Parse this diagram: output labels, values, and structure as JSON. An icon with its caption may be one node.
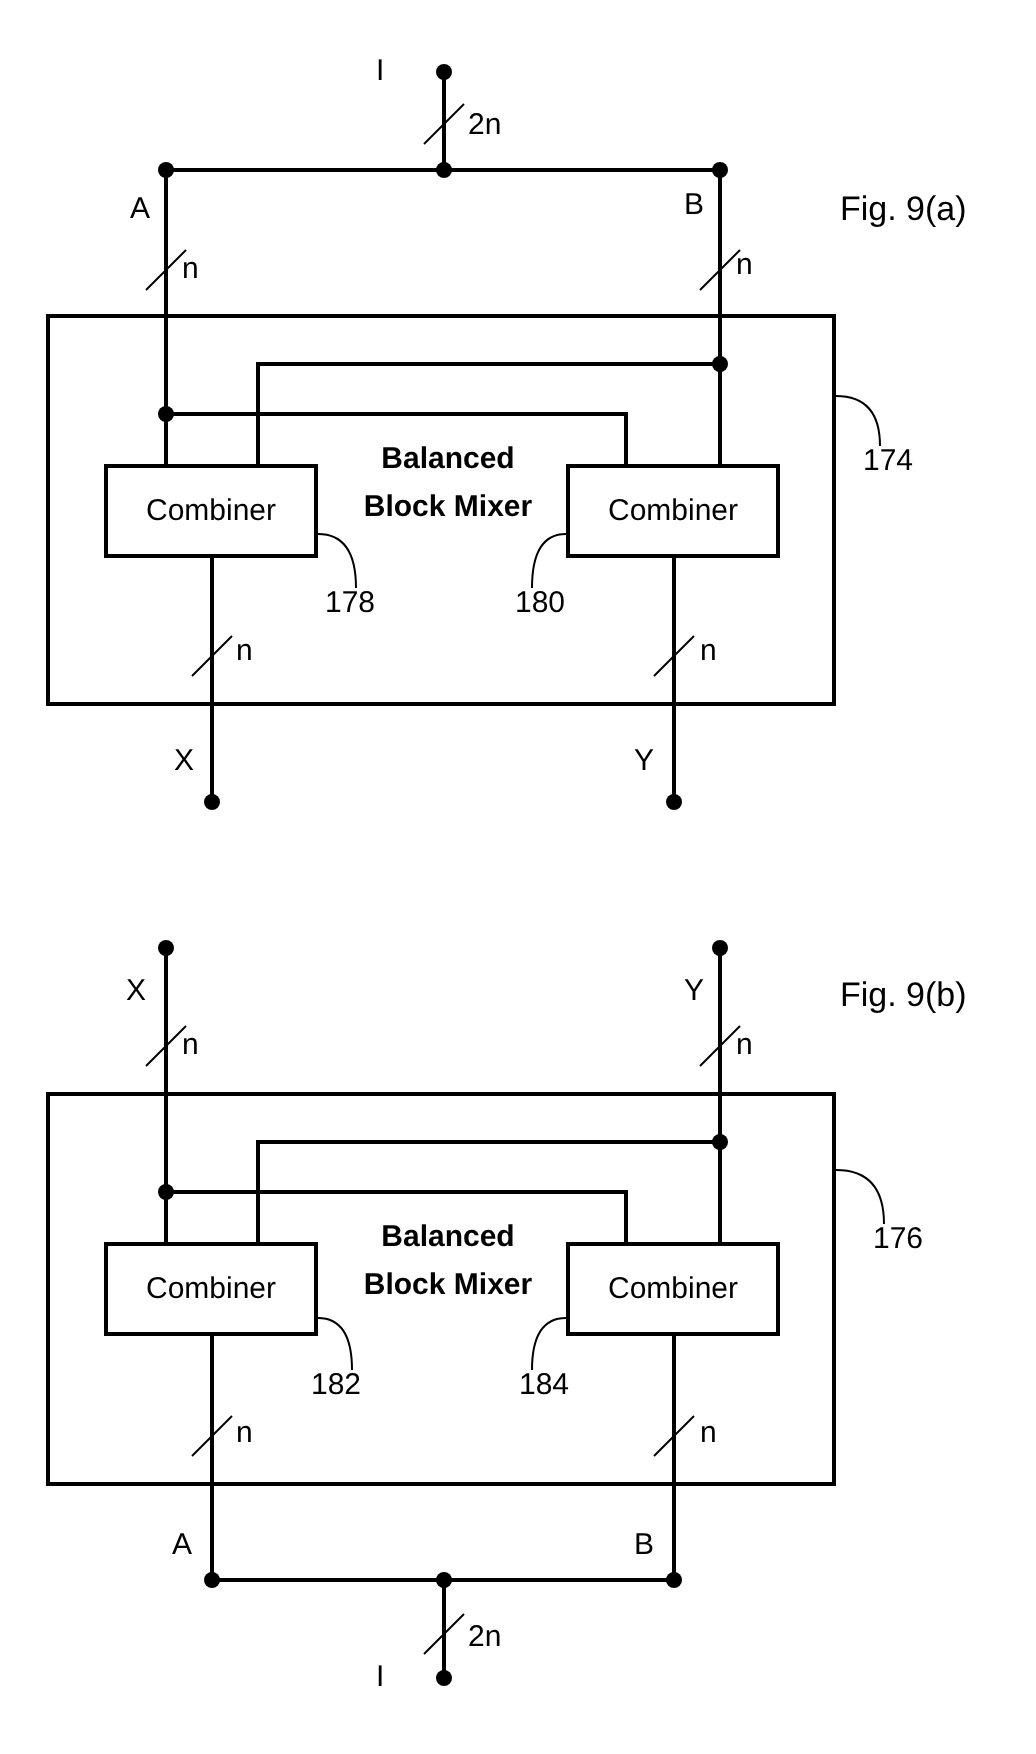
{
  "diagram": {
    "nodes": [
      {
        "text": [
          "I"
        ]
      },
      {
        "text": [
          "A"
        ]
      },
      {
        "text": [
          "B"
        ]
      },
      {
        "text": [
          "Balanced Block Mixer"
        ]
      },
      {
        "text": [
          "Combiner"
        ],
        "in": 3
      },
      {
        "text": [
          "Combiner"
        ],
        "in": 3
      },
      {
        "text": [
          "174"
        ]
      },
      {
        "text": [
          "178"
        ],
        "in": 3
      },
      {
        "text": [
          "180"
        ],
        "in": 3
      },
      {
        "text": [
          "X"
        ]
      },
      {
        "text": [
          "Y"
        ]
      },
      {
        "text": [
          "X"
        ]
      },
      {
        "text": [
          "Y"
        ]
      },
      {
        "text": [
          "Balanced Block Mixer"
        ]
      },
      {
        "text": [
          "Combiner"
        ],
        "in": 13
      },
      {
        "text": [
          "Combiner"
        ],
        "in": 13
      },
      {
        "text": [
          "176"
        ]
      },
      {
        "text": [
          "182"
        ],
        "in": 13
      },
      {
        "text": [
          "184"
        ],
        "in": 13
      },
      {
        "text": [
          "A"
        ]
      },
      {
        "text": [
          "B"
        ]
      },
      {
        "text": [
          "I"
        ]
      }
    ],
    "edges": [
      {
        "from": 0,
        "to": 1,
        "arrow": "none",
        "label": "2n"
      },
      {
        "from": 0,
        "to": 2,
        "arrow": "none"
      },
      {
        "from": 1,
        "to": 4,
        "arrow": "none",
        "label": "n"
      },
      {
        "from": 1,
        "to": 5,
        "arrow": "none"
      },
      {
        "from": 2,
        "to": 5,
        "arrow": "none",
        "label": "n"
      },
      {
        "from": 2,
        "to": 4,
        "arrow": "none"
      },
      {
        "from": 4,
        "to": 9,
        "arrow": "none",
        "label": "n"
      },
      {
        "from": 5,
        "to": 10,
        "arrow": "none",
        "label": "n"
      },
      {
        "from": 6,
        "to": 3,
        "arrow": "none"
      },
      {
        "from": 7,
        "to": 4,
        "arrow": "none"
      },
      {
        "from": 8,
        "to": 5,
        "arrow": "none"
      },
      {
        "from": 11,
        "to": 14,
        "arrow": "none",
        "label": "n"
      },
      {
        "from": 11,
        "to": 15,
        "arrow": "none"
      },
      {
        "from": 12,
        "to": 15,
        "arrow": "none",
        "label": "n"
      },
      {
        "from": 12,
        "to": 14,
        "arrow": "none"
      },
      {
        "from": 14,
        "to": 19,
        "arrow": "none",
        "label": "n"
      },
      {
        "from": 15,
        "to": 20,
        "arrow": "none",
        "label": "n"
      },
      {
        "from": 19,
        "to": 21,
        "arrow": "none",
        "label": "2n"
      },
      {
        "from": 20,
        "to": 21,
        "arrow": "none"
      },
      {
        "from": 16,
        "to": 13,
        "arrow": "none"
      },
      {
        "from": 17,
        "to": 14,
        "arrow": "none"
      },
      {
        "from": 18,
        "to": 15,
        "arrow": "none"
      }
    ],
    "labels": [
      "Fig. 9(a)",
      "Fig. 9(b)"
    ]
  }
}
